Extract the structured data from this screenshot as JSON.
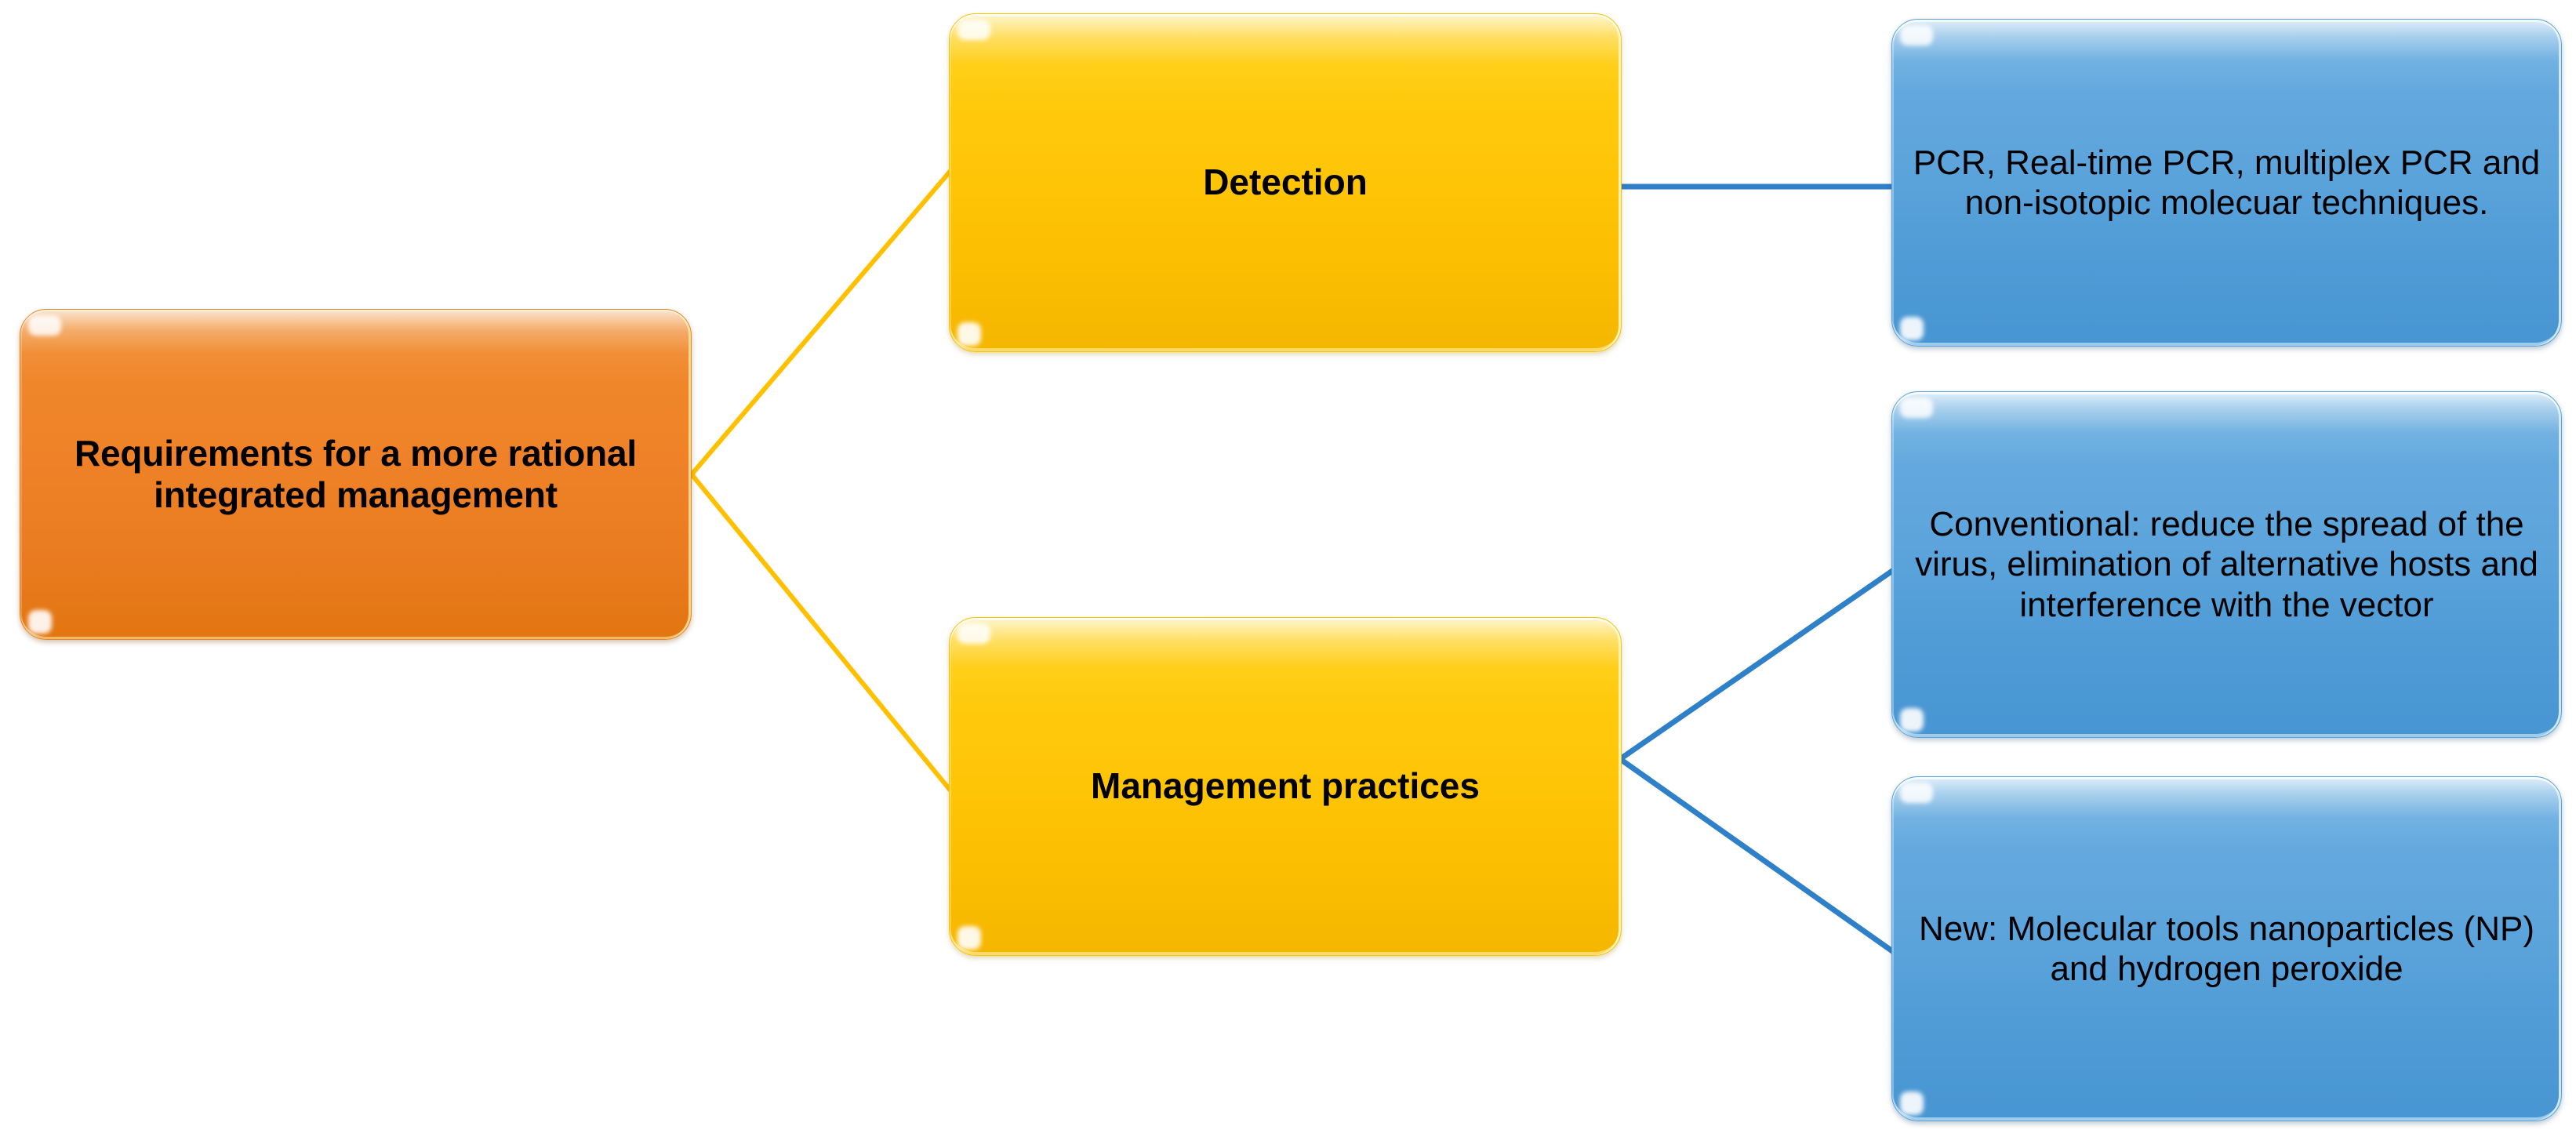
{
  "diagram": {
    "type": "hierarchy-flowchart",
    "orientation": "left-to-right",
    "background_color": "#ffffff",
    "palette": {
      "root_fill": "#ef8228",
      "level2_fill": "#fcc200",
      "leaf_fill": "#5ba2da",
      "root_connector": "#ffc000",
      "leaf_connector": "#2e80c8",
      "text_color": "#000000"
    }
  },
  "root": {
    "id": "requirements",
    "text": "Requirements for a more rational integrated management",
    "lines": [
      "Requirements for a more",
      "rational integrated",
      "management"
    ],
    "color": "#ef8228",
    "bold": true
  },
  "branches": [
    {
      "id": "detection",
      "text": "Detection",
      "color": "#fcc200",
      "bold": true,
      "leaves": [
        {
          "id": "detection-methods",
          "text": "PCR, Real-time PCR, multiplex PCR and non-isotopic molecuar techniques.",
          "lines": [
            "PCR, Real-time PCR,",
            "multiplex  PCR and non-",
            "isotopic molecuar",
            "techniques."
          ],
          "color": "#5ba2da",
          "bold": false
        }
      ]
    },
    {
      "id": "management-practices",
      "text": "Management practices",
      "color": "#fcc200",
      "bold": true,
      "leaves": [
        {
          "id": "conventional",
          "text": "Conventional: reduce the spread of the virus, elimination of alternative hosts and interference with the vector",
          "lines": [
            "Conventional: reduce the",
            "spread of the virus,",
            "elimination of alternative",
            "hosts and interference",
            "with the vector"
          ],
          "color": "#5ba2da",
          "bold": false
        },
        {
          "id": "new",
          "text": "New: Molecular tools nanoparticles (NP) and hydrogen peroxide",
          "lines": [
            "New: Molecular tools",
            "nanoparticles (NP) and",
            "hydrogen peroxide"
          ],
          "color": "#5ba2da",
          "bold": false
        }
      ]
    }
  ]
}
